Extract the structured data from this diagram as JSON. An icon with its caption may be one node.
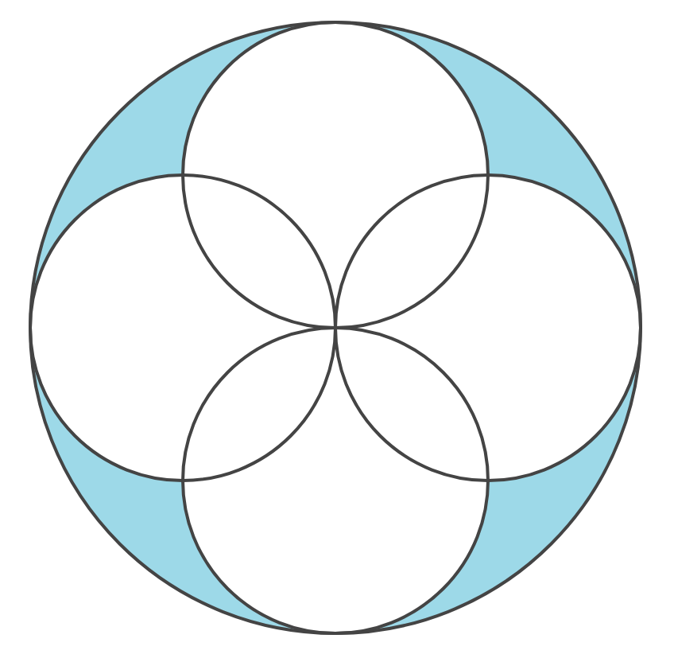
{
  "diagram": {
    "nodes": [
      {
        "text": [],
        "shape": "circle"
      },
      {
        "text": [],
        "shape": "circle",
        "in": 0
      },
      {
        "text": [],
        "shape": "circle",
        "in": 0
      },
      {
        "text": [],
        "shape": "circle",
        "in": 0
      },
      {
        "text": [],
        "shape": "circle",
        "in": 0
      }
    ]
  }
}
